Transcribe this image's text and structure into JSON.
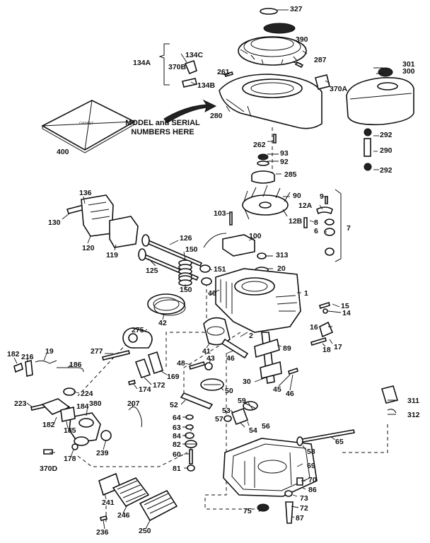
{
  "callout": {
    "text": "MODEL and SERIAL\nNUMBERS HERE"
  },
  "card_text": "GASKET",
  "labels": {
    "327": "327",
    "390": "390",
    "287": "287",
    "301": "301",
    "300": "300",
    "134A": "134A",
    "134C": "134C",
    "370B": "370B",
    "134B": "134B",
    "261": "261",
    "370A": "370A",
    "280": "280",
    "292a": "292",
    "290": "290",
    "292b": "292",
    "262": "262",
    "93": "93",
    "92": "92",
    "285": "285",
    "400": "400",
    "136": "136",
    "130": "130",
    "120": "120",
    "119": "119",
    "90": "90",
    "9": "9",
    "12A": "12A",
    "8": "8",
    "12B": "12B",
    "6": "6",
    "7": "7",
    "103": "103",
    "100": "100",
    "313": "313",
    "20": "20",
    "126": "126",
    "150a": "150",
    "125": "125",
    "151": "151",
    "40": "40",
    "150b": "150",
    "1": "1",
    "15": "15",
    "14": "14",
    "42": "42",
    "16": "16",
    "18": "18",
    "17": "17",
    "275": "275",
    "2": "2",
    "89": "89",
    "277": "277",
    "41": "41",
    "46a": "46",
    "43": "43",
    "182a": "182",
    "216": "216",
    "19": "19",
    "186": "186",
    "48": "48",
    "30": "30",
    "45": "45",
    "46b": "46",
    "174": "174",
    "172": "172",
    "169": "169",
    "224": "224",
    "50": "50",
    "223": "223",
    "184": "184",
    "380": "380",
    "207": "207",
    "52": "52",
    "311": "311",
    "312": "312",
    "182b": "182",
    "185": "185",
    "64": "64",
    "63": "63",
    "84": "84",
    "82": "82",
    "59": "59",
    "57": "57",
    "53": "53",
    "54": "54",
    "56": "56",
    "65": "65",
    "178": "178",
    "239": "239",
    "370D": "370D",
    "60": "60",
    "58": "58",
    "69": "69",
    "81": "81",
    "70": "70",
    "86": "86",
    "241": "241",
    "73": "73",
    "72": "72",
    "75": "75",
    "87": "87",
    "246": "246",
    "236": "236",
    "250": "250"
  }
}
